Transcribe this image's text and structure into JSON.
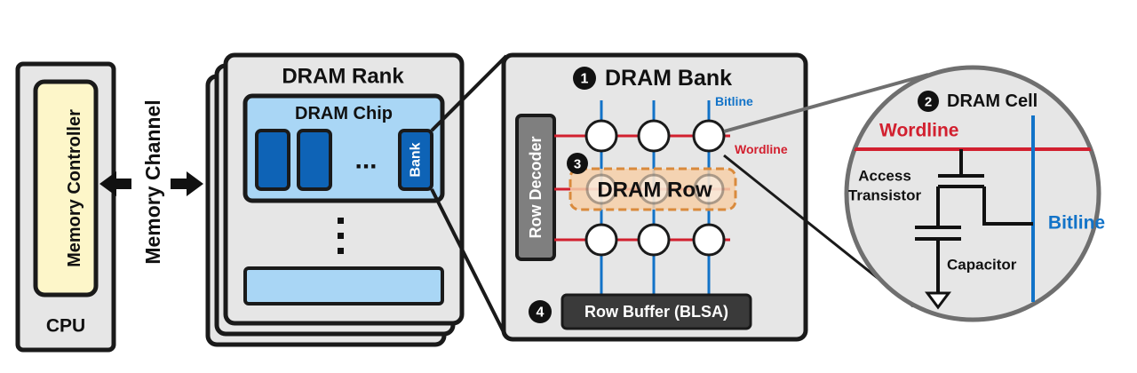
{
  "cpu": {
    "controller_label": "Memory Controller",
    "label": "CPU"
  },
  "channel": {
    "label": "Memory Channel"
  },
  "rank": {
    "title": "DRAM Rank",
    "chip_title": "DRAM Chip",
    "bank_label": "Bank",
    "ellipsis_h": "...",
    "ellipsis_v": "..."
  },
  "bank": {
    "number": "1",
    "title": "DRAM Bank",
    "bitline_label": "Bitline",
    "wordline_label": "Wordline",
    "row_decoder_label": "Row Decoder",
    "row_number": "3",
    "row_label": "DRAM Row",
    "buffer_number": "4",
    "buffer_label": "Row Buffer (BLSA)"
  },
  "cell": {
    "number": "2",
    "title": "DRAM Cell",
    "wordline_label": "Wordline",
    "access_label_line1": "Access",
    "access_label_line2": "Transistor",
    "bitline_label": "Bitline",
    "capacitor_label": "Capacitor"
  },
  "colors": {
    "panel_bg": "#e6e6e6",
    "outline": "#1a1a1a",
    "chip_light": "#a9d6f5",
    "bank_dark": "#0e63b6",
    "controller_fill": "#fdf6c9",
    "wordline": "#d2202f",
    "bitline": "#1273c8",
    "row_highlight": "#f6cfa8",
    "decoder_grey": "#7f7f7f",
    "buffer_dark": "#3a3a3a"
  }
}
